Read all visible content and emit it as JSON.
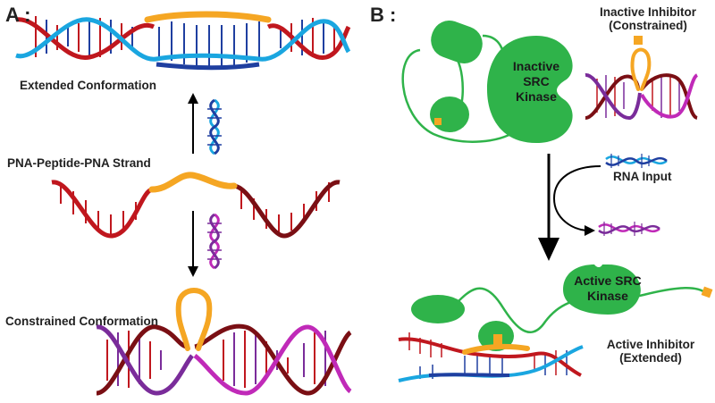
{
  "colors": {
    "strand_red": "#c0171e",
    "strand_darkred": "#7a0f14",
    "strand_blue": "#1f3fa0",
    "strand_cyan": "#1aa6e0",
    "strand_purple": "#7a2c9a",
    "strand_magenta": "#c02ab8",
    "peptide_orange": "#f5a623",
    "kinase_green": "#2fb34a"
  },
  "icons": {
    "arrow": "arrow-icon",
    "kinase": "src-kinase-shape",
    "strand": "pna-strand-shape"
  },
  "panel_a": {
    "letter": "A :",
    "labels": {
      "extended": "Extended Conformation",
      "strand": "PNA-Peptide-PNA Strand",
      "constrained": "Constrained Conformation"
    }
  },
  "panel_b": {
    "letter": "B :",
    "labels": {
      "inactive_inhibitor_line1": "Inactive Inhibitor",
      "inactive_inhibitor_line2": "(Constrained)",
      "inactive_kinase_line1": "Inactive",
      "inactive_kinase_line2": "SRC",
      "inactive_kinase_line3": "Kinase",
      "rna_input": "RNA Input",
      "active_kinase_line1": "Active SRC",
      "active_kinase_line2": "Kinase",
      "active_inhibitor_line1": "Active Inhibitor",
      "active_inhibitor_line2": "(Extended)"
    }
  }
}
